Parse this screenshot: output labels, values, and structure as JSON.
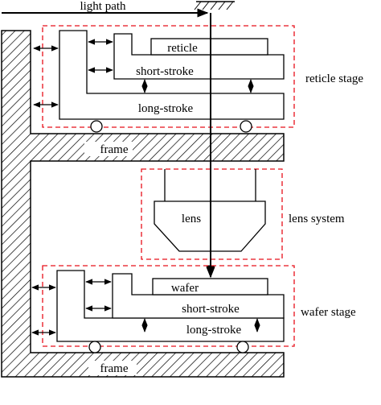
{
  "labels": {
    "light_path": "light path",
    "reticle": "reticle",
    "short_stroke_top": "short-stroke",
    "long_stroke_top": "long-stroke",
    "frame_top": "frame",
    "reticle_stage": "reticle stage",
    "lens": "lens",
    "lens_system": "lens system",
    "wafer": "wafer",
    "short_stroke_bottom": "short-stroke",
    "long_stroke_bottom": "long-stroke",
    "wafer_stage": "wafer stage",
    "frame_bottom": "frame"
  },
  "colors": {
    "line": "#000000",
    "dashed_box": "#e8101b",
    "background": "#ffffff"
  }
}
